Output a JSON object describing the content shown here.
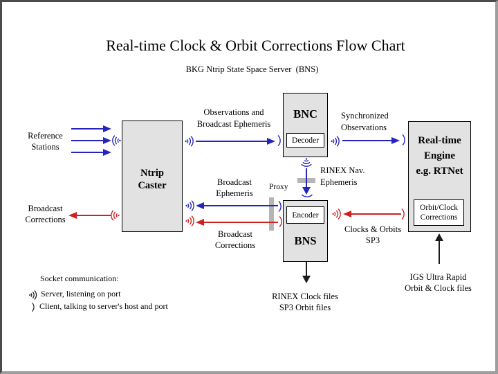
{
  "title": "Real-time Clock & Orbit Corrections Flow Chart",
  "subtitle": "BKG Ntrip State Space Server  (BNS)",
  "nodes": {
    "caster": "Ntrip\nCaster",
    "bnc": "BNC",
    "decoder": "Decoder",
    "bns": "BNS",
    "encoder": "Encoder",
    "rtnet": "Real-time\nEngine\ne.g. RTNet",
    "orbit_clock": "Orbit/Clock\nCorrections"
  },
  "labels": {
    "reference_stations": "Reference\nStations",
    "broadcast_corrections_left": "Broadcast\nCorrections",
    "observations": "Observations and\nBroadcast Ephemeris",
    "synchronized": "Synchronized\nObservations",
    "broadcast_ephemeris_mid": "Broadcast\nEphemeris",
    "broadcast_corrections_mid": "Broadcast\nCorrections",
    "proxy": "Proxy",
    "rinex_nav": "RINEX Nav.\nEphemeris",
    "clocks_orbits": "Clocks & Orbits\nSP3",
    "rinex_clock_files": "RINEX Clock files\nSP3 Orbit files",
    "igs_ultra_rapid": "IGS Ultra Rapid\nOrbit & Clock files"
  },
  "legend": {
    "heading": "Socket communication:",
    "server": "Server, listening on port",
    "client": "Client, talking to server's host and port"
  },
  "colors": {
    "arrow_blue": "#2525bb",
    "arrow_red": "#cc2222",
    "box_fill": "#e2e2e2",
    "proxy_gray": "#b5b5b5"
  }
}
